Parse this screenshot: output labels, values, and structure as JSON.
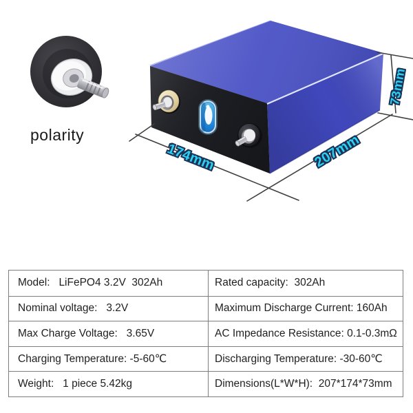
{
  "illustration": {
    "polarity_label": "polarity",
    "dimension_labels": {
      "width": "174mm",
      "length": "207mm",
      "height": "73mm"
    },
    "colors": {
      "battery_top": "#4a52c6",
      "battery_side": "#4149c0",
      "battery_front": "#1f2025",
      "dimension_text": "#2bd0f4",
      "dimension_text_outline": "#1d3356",
      "terminal_ring_cream": "#e9d9ad",
      "label_pill_blue": "#2f9fe4"
    }
  },
  "spec_table": {
    "rows": [
      {
        "left": "Model:   LiFePO4 3.2V  302Ah",
        "right": "Rated capacity:  302Ah"
      },
      {
        "left": "Nominal voltage:   3.2V",
        "right": "Maximum Discharge Current: 160Ah"
      },
      {
        "left": "Max Charge Voltage:   3.65V",
        "right": "AC Impedance Resistance: 0.1-0.3mΩ"
      },
      {
        "left": "Charging Temperature: -5-60℃",
        "right": "Discharging Temperature: -30-60℃"
      },
      {
        "left": "Weight:   1 piece 5.42kg",
        "right": "Dimensions(L*W*H):  207*174*73mm"
      }
    ]
  }
}
